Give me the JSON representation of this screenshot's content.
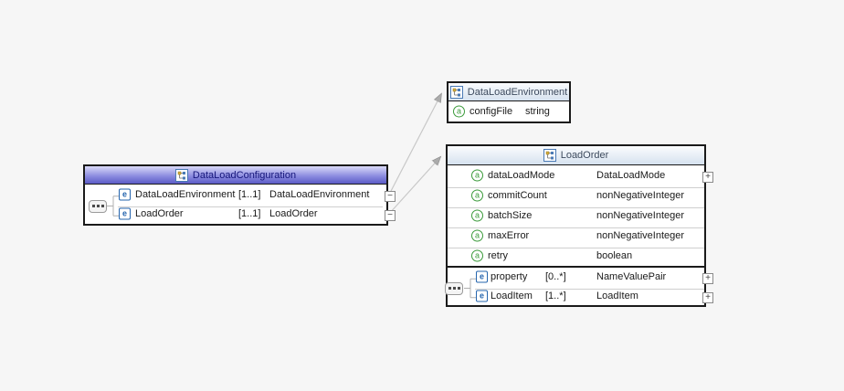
{
  "diagram_type": "xml-schema-diagram",
  "icons": {
    "element_glyph": "e",
    "attribute_glyph": "a",
    "complex_type_icon": "complex-type-icon",
    "sequence_icon": "sequence-ooo-icon"
  },
  "colors": {
    "canvas_bg": "#f6f6f6",
    "box_border": "#1a1a1a",
    "purple_header_top": "#dadaf8",
    "purple_header_bottom": "#5c5cc6",
    "purple_header_text": "#15157a",
    "light_header_top": "#fbfcfe",
    "light_header_bottom": "#d6e2ef",
    "light_header_text": "#3d4a5d",
    "row_text": "#1a1a1a",
    "element_icon_blue": "#2565ae",
    "attribute_icon_green": "#3a9a3a",
    "connector_line": "#c8c8c8",
    "tree_line": "#b0b0b0",
    "separator": "#cfcfcf"
  },
  "boxes": {
    "dataLoadConfiguration": {
      "title": "DataLoadConfiguration",
      "elements": [
        {
          "name": "DataLoadEnvironment",
          "cardinality": "[1..1]",
          "type": "DataLoadEnvironment",
          "expander": "−"
        },
        {
          "name": "LoadOrder",
          "cardinality": "[1..1]",
          "type": "LoadOrder",
          "expander": "−"
        }
      ]
    },
    "dataLoadEnvironment": {
      "title": "DataLoadEnvironment",
      "attributes": [
        {
          "name": "configFile",
          "type": "string"
        }
      ]
    },
    "loadOrder": {
      "title": "LoadOrder",
      "attributes": [
        {
          "name": "dataLoadMode",
          "type": "DataLoadMode",
          "expander": "+"
        },
        {
          "name": "commitCount",
          "type": "nonNegativeInteger"
        },
        {
          "name": "batchSize",
          "type": "nonNegativeInteger"
        },
        {
          "name": "maxError",
          "type": "nonNegativeInteger"
        },
        {
          "name": "retry",
          "type": "boolean"
        }
      ],
      "elements": [
        {
          "name": "property",
          "cardinality": "[0..*]",
          "type": "NameValuePair",
          "expander": "+"
        },
        {
          "name": "LoadItem",
          "cardinality": "[1..*]",
          "type": "LoadItem",
          "expander": "+"
        }
      ]
    }
  }
}
